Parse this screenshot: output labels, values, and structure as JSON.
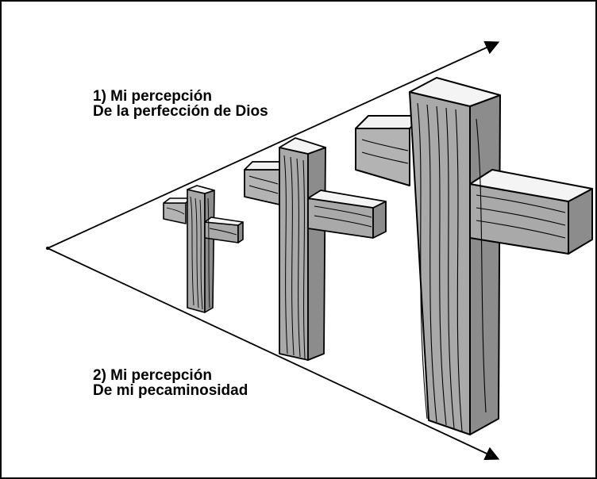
{
  "top_caption": {
    "line1": "1) Mi percepción",
    "line2": "De la perfección de Dios"
  },
  "bottom_caption": {
    "line1": "2) Mi percepción",
    "line2": "De mi pecaminosidad"
  },
  "crosses": [
    {
      "label": "small-cross"
    },
    {
      "label": "medium-cross"
    },
    {
      "label": "large-cross"
    }
  ],
  "colors": {
    "wood_front": "#a9a9a9",
    "wood_side": "#8c8c8c",
    "wood_top": "#f4f4f4",
    "ink": "#000000"
  }
}
